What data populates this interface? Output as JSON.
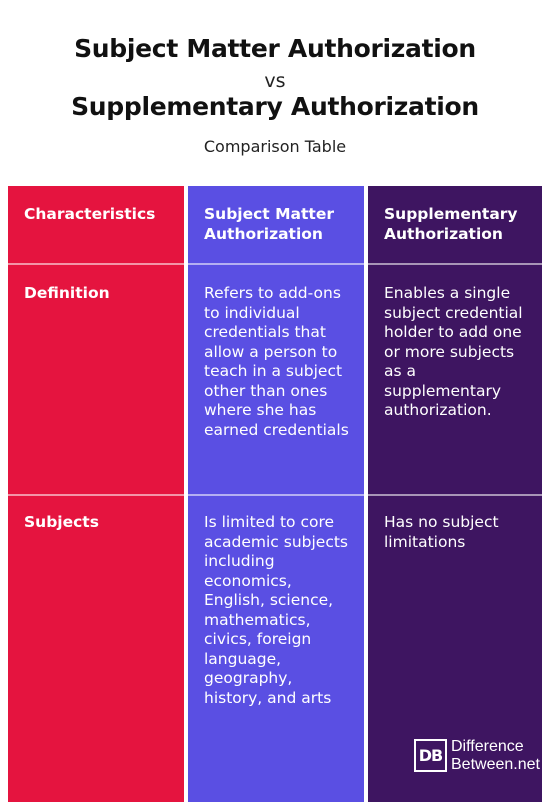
{
  "header": {
    "title_line1": "Subject Matter Authorization",
    "vs": "vs",
    "title_line2": "Supplementary Authorization",
    "subtitle": "Comparison Table"
  },
  "table": {
    "columns": [
      "Characteristics",
      "Subject Matter Authorization",
      "Supplementary Authorization"
    ],
    "rows": [
      {
        "label": "Definition",
        "col2": "Refers to add-ons to individual credentials that allow a person to teach in a subject other than ones where she has earned credentials",
        "col3": "Enables a single subject credential holder to add one or more subjects as a supplementary authorization."
      },
      {
        "label": "Subjects",
        "col2": "Is limited to core academic subjects including economics, English, science, mathematics, civics, foreign language, geography, history, and arts",
        "col3": "Has no subject limitations"
      }
    ]
  },
  "colors": {
    "characteristics_column": "#e5143f",
    "subject_matter_column": "#5a4fe3",
    "supplementary_column": "#3e1561"
  },
  "logo": {
    "monogram": "DB",
    "line1": "Difference",
    "line2": "Between.net"
  }
}
